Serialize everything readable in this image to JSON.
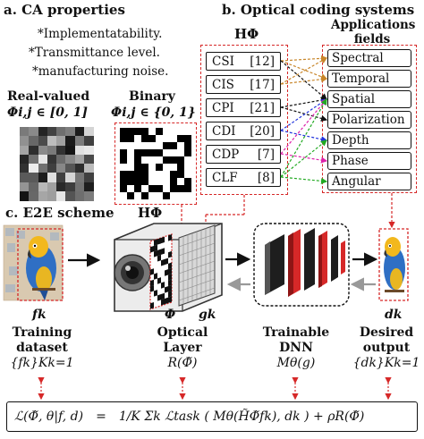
{
  "section_a": {
    "title": "a. CA properties",
    "properties": [
      "*Implementatability.",
      "*Transmittance level.",
      "*manufacturing noise."
    ],
    "real_label": "Real-valued",
    "real_math": "Φi,j ∈ [0, 1]",
    "binary_label": "Binary",
    "binary_math": "Φi,j ∈ {0, 1}"
  },
  "section_b": {
    "title": "b. Optical coding systems",
    "h_label": "HΦ",
    "apps_title_line1": "Applications",
    "apps_title_line2": "fields",
    "systems": [
      {
        "name": "CSI",
        "ref": "[12]"
      },
      {
        "name": "CIS",
        "ref": "[17]"
      },
      {
        "name": "CPI",
        "ref": "[21]"
      },
      {
        "name": "CDI",
        "ref": "[20]"
      },
      {
        "name": "CDP",
        "ref": "[7]"
      },
      {
        "name": "CLF",
        "ref": "[8]"
      }
    ],
    "applications": [
      "Spectral",
      "Temporal",
      "Spatial",
      "Polarization",
      "Depth",
      "Phase",
      "Angular"
    ],
    "link_colors": [
      "#c8862a",
      "#c8862a",
      "#1a1a1a",
      "#1a1a1a",
      "#2233dd",
      "#dd22aa",
      "#22aa22"
    ]
  },
  "section_c": {
    "title": "c. E2E scheme",
    "h_label": "HΦ",
    "f_k": "fk",
    "phi": "Φ",
    "g_k": "gk",
    "d_k": "dk",
    "training_line1": "Training",
    "training_line2": "dataset",
    "training_math": "{fk}Kk=1",
    "optical_line1": "Optical",
    "optical_line2": "Layer",
    "optical_math": "R(Φ̃)",
    "dnn_line1": "Trainable",
    "dnn_line2": "DNN",
    "dnn_math": "Mθ(g)",
    "output_line1": "Desired",
    "output_line2": "output",
    "output_math": "{dk}Kk=1"
  },
  "loss": {
    "lhs": "ℒ(Φ̃, θ|f, d)",
    "eq": "=",
    "rhs": "1/K Σk ℒtask ( Mθ(H̃Φ̃fk), dk ) + ρR(Φ̃)"
  }
}
